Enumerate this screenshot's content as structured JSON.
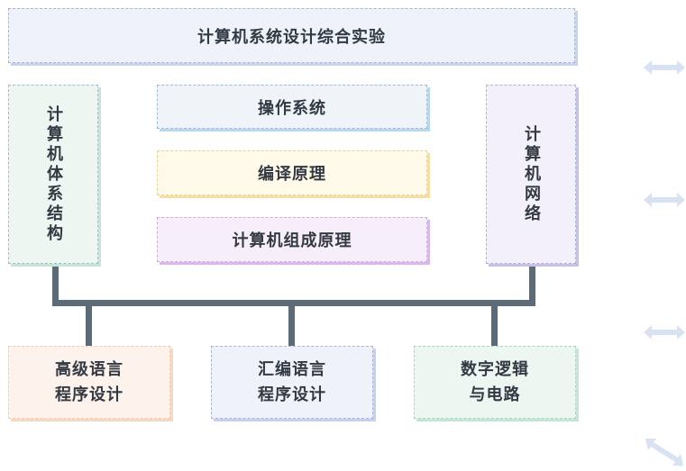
{
  "title": "计算机系统设计综合实验",
  "left_column": "计算机体系结构",
  "middle": {
    "os": "操作系统",
    "compiler": "编译原理",
    "organization": "计算机组成原理"
  },
  "right_column": "计算机网络",
  "bottom": {
    "hll_line1": "高级语言",
    "hll_line2": "程序设计",
    "asm_line1": "汇编语言",
    "asm_line2": "程序设计",
    "digital_line1": "数字逻辑",
    "digital_line2": "与电路"
  },
  "colors": {
    "title_bg": "#eef2fb",
    "title_shadow": "#c9d3ee",
    "arch_bg": "#eef6f2",
    "arch_shadow": "#c5e6d6",
    "os_bg": "#eef4f7",
    "os_shadow": "#b7d9f0",
    "compiler_bg": "#fff9ea",
    "compiler_shadow": "#f4dfa5",
    "org_bg": "#f6eefa",
    "org_shadow": "#dbb8ec",
    "network_bg": "#f3f0fb",
    "network_shadow": "#c9c0ea",
    "hll_bg": "#fdf3ec",
    "hll_shadow": "#f6d7c0",
    "asm_bg": "#f0f2fb",
    "asm_shadow": "#c9d0ee",
    "digital_bg": "#edf6f1",
    "digital_shadow": "#c5e6d6",
    "connector": "#5b6b78",
    "arrow": "#d9e2f3"
  },
  "icons": [
    "double-arrow-icon",
    "double-arrow-icon",
    "double-arrow-icon",
    "diagonal-double-arrow-icon"
  ]
}
